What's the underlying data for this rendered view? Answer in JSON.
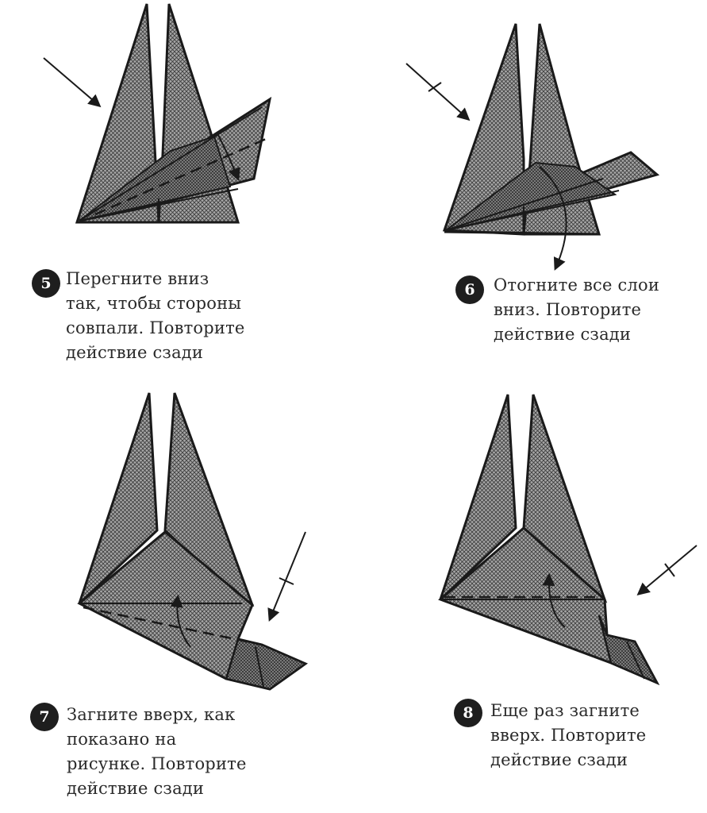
{
  "steps": [
    {
      "number": "5",
      "lines": [
        "Перегните вниз",
        "так, чтобы стороны",
        "совпали. Повторите",
        "действие сзади"
      ]
    },
    {
      "number": "6",
      "lines": [
        "Отогните все слои",
        "вниз. Повторите",
        "действие сзади"
      ]
    },
    {
      "number": "7",
      "lines": [
        "Загните вверх, как",
        "показано на",
        "рисунке. Повторите",
        "действие сзади"
      ]
    },
    {
      "number": "8",
      "lines": [
        "Еще раз загните",
        "вверх. Повторите",
        "действие сзади"
      ]
    }
  ],
  "colors": {
    "paper_fill": "#8f8f8f",
    "outline": "#1a1a1a",
    "badge": "#1e1e1e"
  },
  "icons": [
    "arrow-icon",
    "curved-arrow-icon"
  ]
}
